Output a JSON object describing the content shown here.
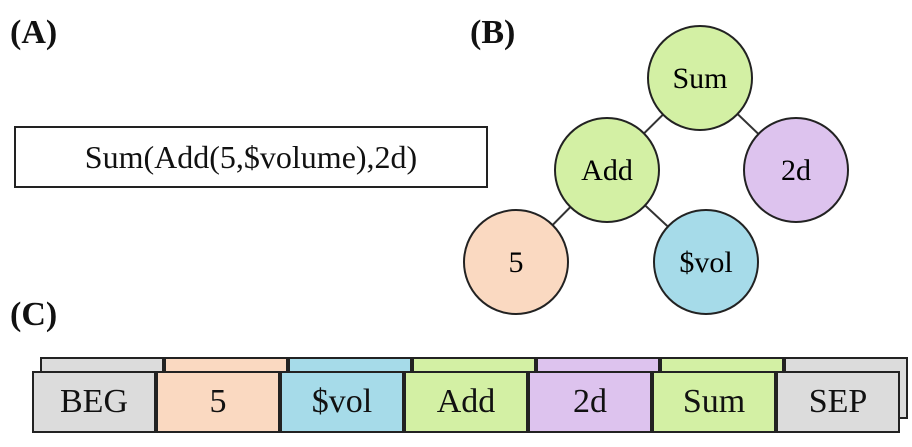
{
  "panels": {
    "a": "(A)",
    "b": "(B)",
    "c": "(C)"
  },
  "formula": "Sum(Add(5,$volume),2d)",
  "tree": {
    "nodes": [
      {
        "id": "sum",
        "label": "Sum",
        "color": "#d3f0a4"
      },
      {
        "id": "add",
        "label": "Add",
        "color": "#d3f0a4"
      },
      {
        "id": "2d",
        "label": "2d",
        "color": "#ddc3ee"
      },
      {
        "id": "5",
        "label": "5",
        "color": "#fad9c1"
      },
      {
        "id": "vol",
        "label": "$vol",
        "color": "#a6dbe9"
      }
    ],
    "edges": [
      [
        "sum",
        "add"
      ],
      [
        "sum",
        "2d"
      ],
      [
        "add",
        "5"
      ],
      [
        "add",
        "vol"
      ]
    ]
  },
  "tokens": [
    {
      "label": "BEG",
      "color": "#dcdcdc"
    },
    {
      "label": "5",
      "color": "#fad9c1"
    },
    {
      "label": "$vol",
      "color": "#a6dbe9"
    },
    {
      "label": "Add",
      "color": "#d3f0a4"
    },
    {
      "label": "2d",
      "color": "#ddc3ee"
    },
    {
      "label": "Sum",
      "color": "#d3f0a4"
    },
    {
      "label": "SEP",
      "color": "#dcdcdc"
    }
  ]
}
